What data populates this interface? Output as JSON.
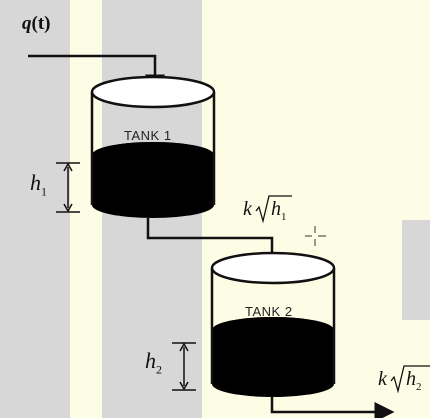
{
  "labels": {
    "input_flow_var": "q",
    "input_flow_arg": "(t)",
    "tank1": "TANK 1",
    "tank2": "TANK 2",
    "h1_base": "h",
    "h1_sub": "1",
    "h2_base": "h",
    "h2_sub": "2",
    "flow1_coef": "k",
    "flow1_var": "h",
    "flow1_sub": "1",
    "flow2_coef": "k",
    "flow2_var": "h",
    "flow2_sub": "2"
  },
  "colors": {
    "background": "#fdfde6",
    "stripe": "#d7d7d7",
    "liquid": "#000000",
    "line": "#111111"
  },
  "icons": {
    "cursor": "crosshair-cursor-icon"
  }
}
